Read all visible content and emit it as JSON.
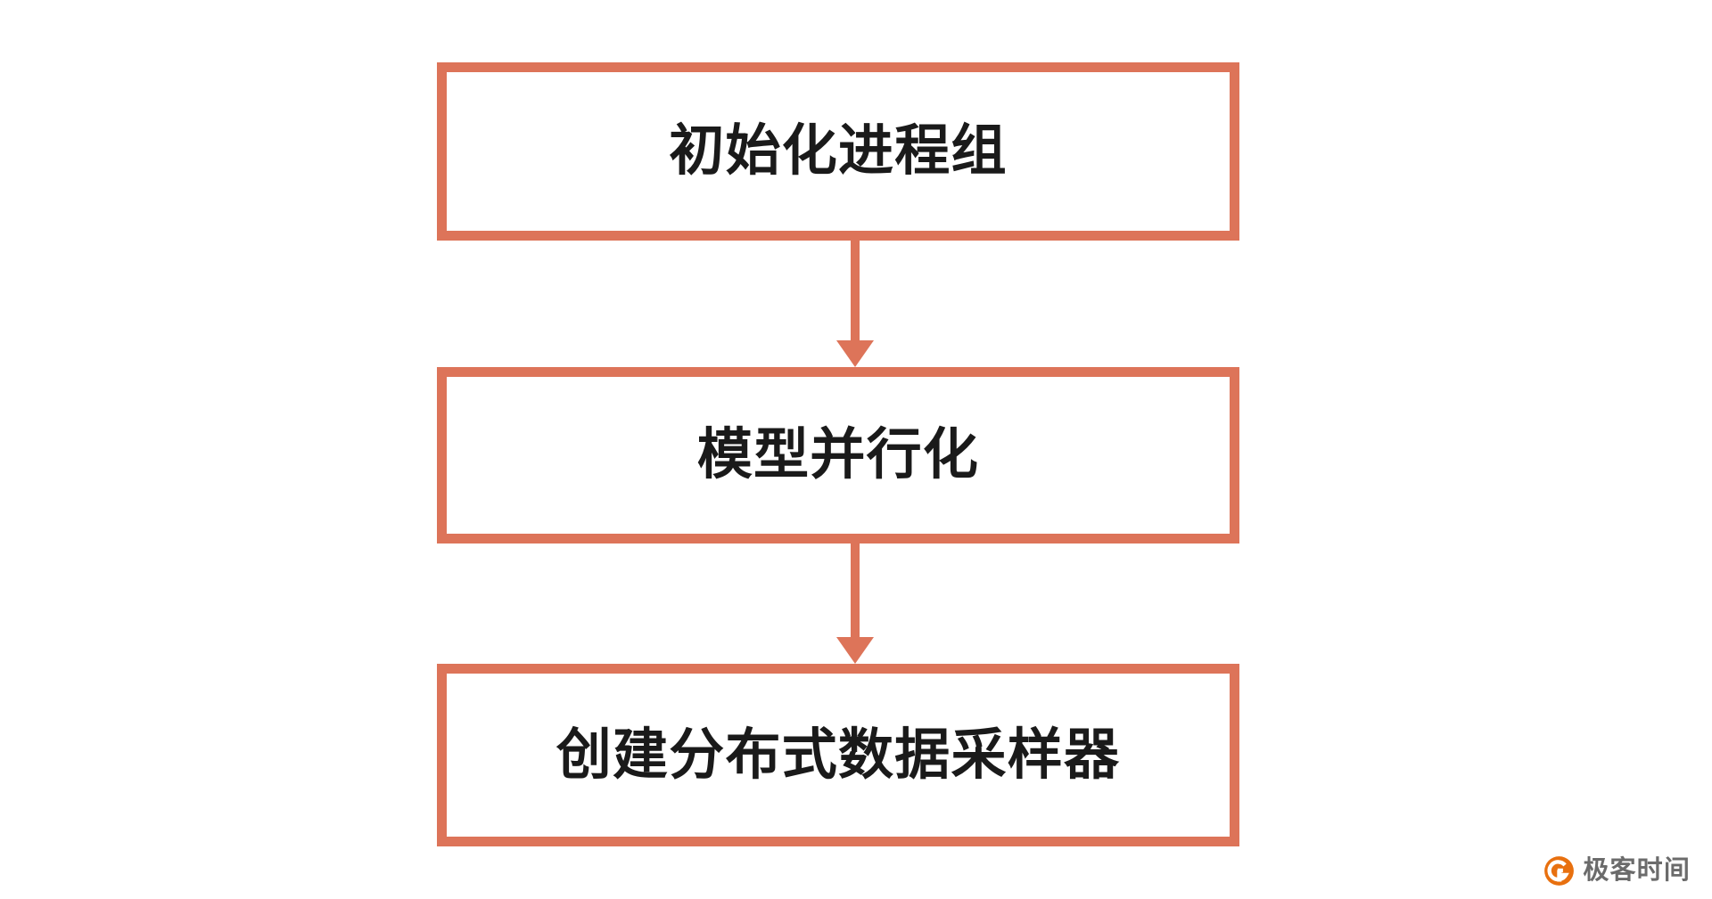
{
  "diagram": {
    "type": "flowchart",
    "orientation": "vertical-top-to-bottom",
    "background_color": "#FFFFFF",
    "accent_color": "#DD7459",
    "text_color": "#1A1A1A",
    "nodes": [
      {
        "id": "node-1",
        "label": "初始化进程组",
        "shape": "rectangle"
      },
      {
        "id": "node-2",
        "label": "模型并行化",
        "shape": "rectangle"
      },
      {
        "id": "node-3",
        "label": "创建分布式数据采样器",
        "shape": "rectangle"
      }
    ],
    "connectors": [
      {
        "id": "arrow-1",
        "from": "node-1",
        "to": "node-2",
        "icon": "arrow-down-icon"
      },
      {
        "id": "arrow-2",
        "from": "node-2",
        "to": "node-3",
        "icon": "arrow-down-icon"
      }
    ]
  },
  "watermark": {
    "text": "极客时间",
    "icon": "geektime-logo-icon",
    "logo_color": "#E8700F",
    "text_color": "#6B6B6B"
  }
}
